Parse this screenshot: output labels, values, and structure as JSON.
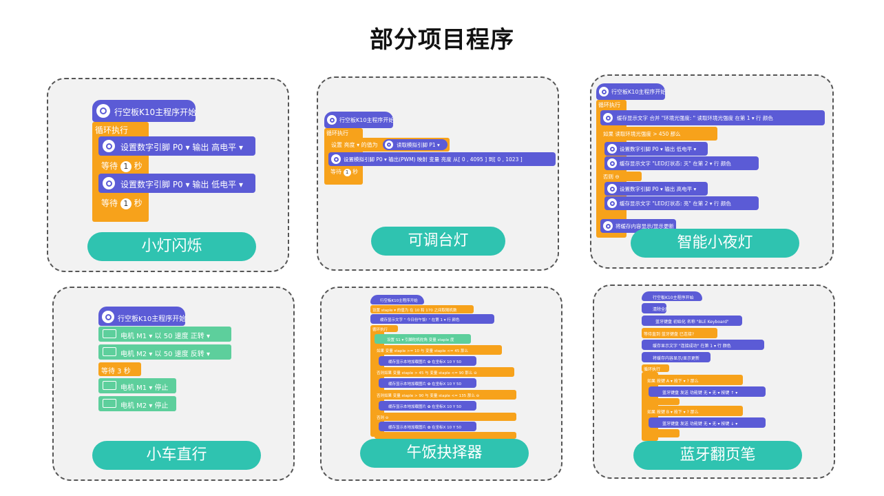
{
  "page": {
    "title": "部分项目程序"
  },
  "cards": {
    "c1": {
      "label": "小灯闪烁",
      "hat": "行空板K10主程序开始",
      "loop": "循环执行",
      "b1": "设置数字引脚 P0 ▾ 输出 高电平 ▾",
      "w1": "等待",
      "w1n": "1",
      "w1u": "秒",
      "b2": "设置数字引脚 P0 ▾ 输出 低电平 ▾",
      "w2": "等待",
      "w2n": "1",
      "w2u": "秒"
    },
    "c2": {
      "label": "可调台灯",
      "hat": "行空板K10主程序开始",
      "loop": "循环执行",
      "set": "设置 亮度 ▾ 的值为",
      "read": "读取模拟引脚 P1 ▾",
      "pwm": "设置模拟引脚 P0 ▾ 输出(PWM) 映射 变量 亮度 从[ 0 , 4095 ] 到[ 0 , 1023 ]",
      "wait": "等待",
      "waitn": "1",
      "waitu": "秒"
    },
    "c3": {
      "label": "智能小夜灯",
      "hat": "行空板K10主程序开始",
      "loop": "循环执行",
      "l1": "缓存显示文字 合并 \"环境光强度: \" 读取环境光强度 在第 1 ▾ 行 颜色",
      "if": "如果 读取环境光强度 > 450 那么",
      "l2": "设置数字引脚 P0 ▾ 输出 低电平 ▾",
      "l3": "缓存显示文字 \"LED灯状态: 灭\" 在第 2 ▾ 行 颜色",
      "else": "否则 ⊖",
      "l4": "设置数字引脚 P0 ▾ 输出 高电平 ▾",
      "l5": "缓存显示文字 \"LED灯状态: 亮\" 在第 2 ▾ 行 颜色",
      "l6": "将缓存内容显示/显示更新"
    },
    "c4": {
      "label": "小车直行",
      "hat": "行空板K10主程序开始",
      "m1": "电机 M1 ▾ 以 50 速度 正转 ▾",
      "m2": "电机 M2 ▾ 以 50 速度 反转 ▾",
      "w": "等待 3 秒",
      "s1": "电机 M1 ▾ 停止",
      "s2": "电机 M2 ▾ 停止"
    },
    "c5": {
      "label": "午饭抉择器",
      "lines": [
        "行空板K10主程序开始",
        "设置 staple ▾ 的值为 在 10 和 170 之间取随机数",
        "缓存显示文字 \" 今日份午饭! \" 在第 1 ▾ 行 颜色",
        "循环执行",
        "设置 S1 ▾ 引脚舵机舵角 变量 staple 度",
        "如果 变量 staple >= 10 与 变量 staple <= 45 那么",
        "缓存显示本地加载图片 ✿ 在坐标X 10 Y 50",
        "否则如果 变量 staple > 45 与 变量 staple <= 90 那么 ⊖",
        "缓存显示本地加载图片 ✿ 在坐标X 10 Y 50",
        "否则如果 变量 staple > 90 与 变量 staple <= 135 那么 ⊖",
        "缓存显示本地加载图片 ✿ 在坐标X 10 Y 50",
        "否则 ⊖",
        "缓存显示本地加载图片 ✿ 在坐标X 10 Y 50"
      ]
    },
    "c6": {
      "label": "蓝牙翻页笔",
      "lines": [
        "行空板K10主程序开始",
        "清除全屏",
        "蓝牙键盘 初始化 名称 \"BLE Keyboard\"",
        "等待直到 蓝牙键盘 已连接?",
        "缓存显示文字 \"连接成功\" 在第 1 ▾ 行 颜色",
        "将缓存内容显示/显示更新",
        "循环执行",
        "如果 按键 A ▾ 按下 ▾ ? 那么",
        "蓝牙键盘 发送 功能键 无 ▾ 无 ▾ 按键 ↑ ▾",
        "如果 按键 B ▾ 按下 ▾ ? 那么",
        "蓝牙键盘 发送 功能键 无 ▾ 无 ▾ 按键 ↓ ▾"
      ]
    }
  }
}
